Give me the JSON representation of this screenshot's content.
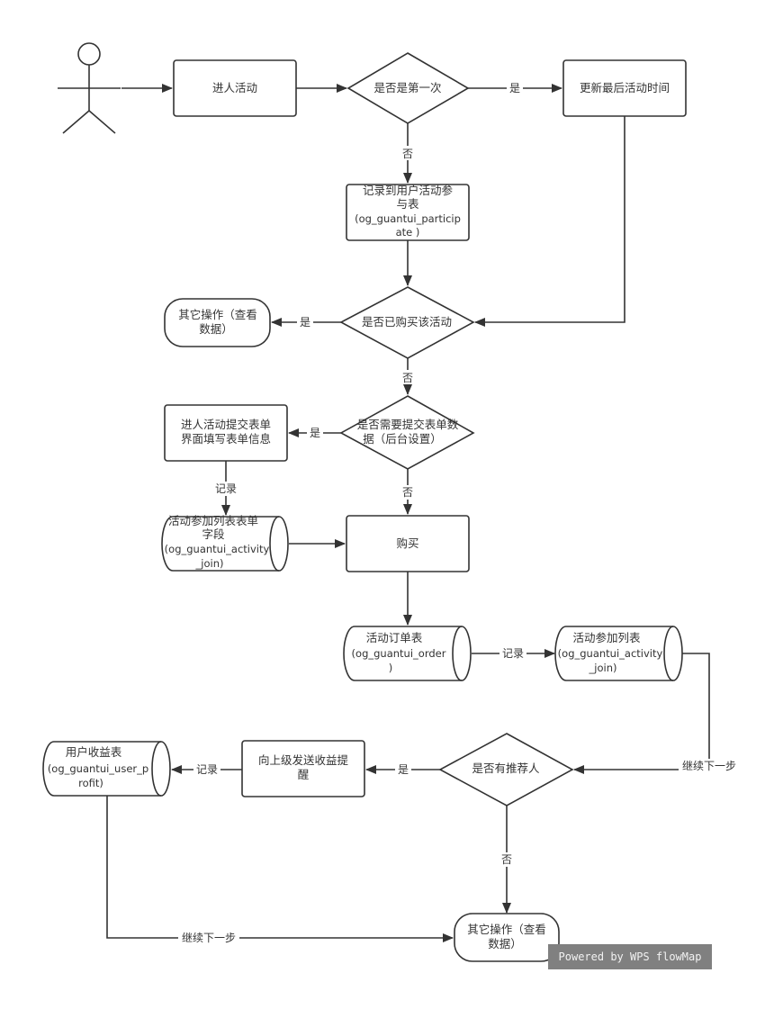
{
  "nodes": {
    "enter": "进人活动",
    "first_time": "是否是第一次",
    "update_time": "更新最后活动时间",
    "record_participate": [
      "记录到用户活动参",
      "与表",
      "(og_guantui_particip",
      "ate )"
    ],
    "bought": "是否已购买该活动",
    "other_ops_1": [
      "其它操作（查看",
      "数据）"
    ],
    "need_form": [
      "是否需要提交表单数",
      "据（后台设置）"
    ],
    "form_page": [
      "进人活动提交表单",
      "界面填写表单信息"
    ],
    "join_fields": [
      "活动参加列表表单",
      "字段",
      "(og_guantui_activity",
      "_join)"
    ],
    "buy": "购买",
    "order_table": [
      "活动订单表",
      "(og_guantui_order",
      ")"
    ],
    "join_table": [
      "活动参加列表",
      "(og_guantui_activity",
      "_join)"
    ],
    "has_referrer": "是否有推荐人",
    "notify_profit": [
      "向上级发送收益提",
      "醒"
    ],
    "profit_table": [
      "用户收益表",
      "(og_guantui_user_p",
      "rofit)"
    ],
    "other_ops_2": [
      "其它操作（查看",
      "数据）"
    ]
  },
  "edge_labels": {
    "yes": "是",
    "no": "否",
    "record": "记录",
    "continue": "继续下一步"
  },
  "watermark": "Powered by WPS flowMap"
}
